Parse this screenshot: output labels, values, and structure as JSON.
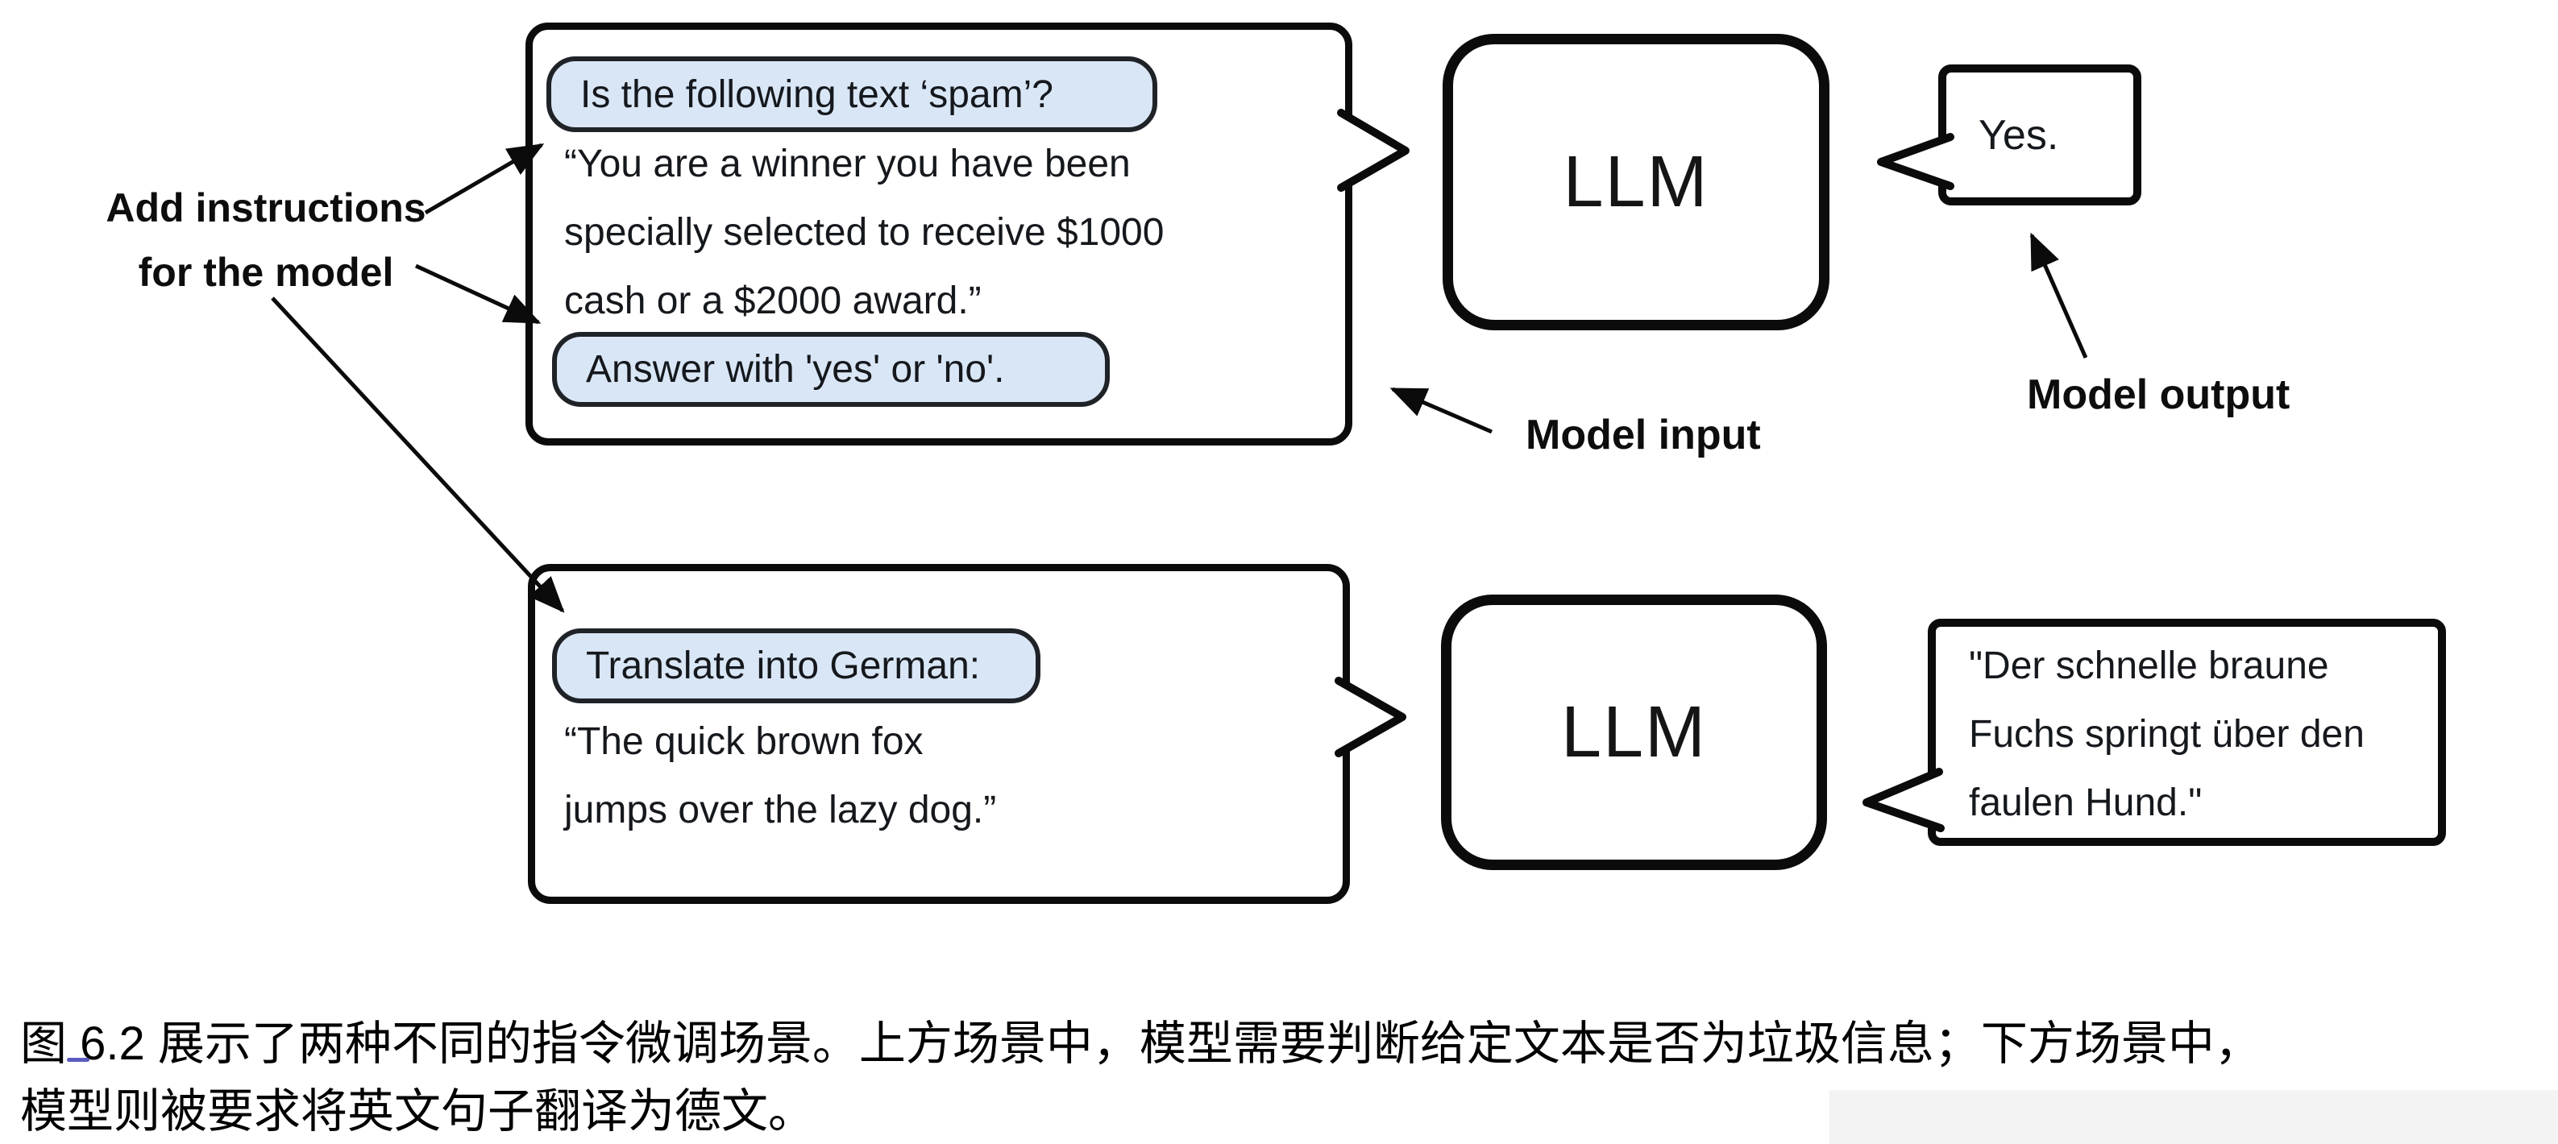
{
  "figure": {
    "annotations": {
      "add_instructions_line1": "Add instructions",
      "add_instructions_line2": "for the model",
      "model_input": "Model input",
      "model_output": "Model output"
    },
    "scenario_spam": {
      "instruction_prefix": "Is the following text ‘spam’?",
      "body_lines": [
        "“You are a winner you have been",
        "specially selected to receive $1000",
        "cash or a $2000 award.”"
      ],
      "instruction_suffix": "Answer with 'yes' or 'no'.",
      "model_label": "LLM",
      "output": "Yes."
    },
    "scenario_translation": {
      "instruction_prefix": "Translate into German:",
      "body_lines": [
        "“The quick brown fox",
        "jumps over the lazy dog.”"
      ],
      "model_label": "LLM",
      "output_lines": [
        "\"Der schnelle braune",
        "Fuchs springt über den",
        "faulen Hund.\""
      ]
    },
    "colors": {
      "pill_fill": "#d9e6f6",
      "outline": "#0b0b0b"
    }
  },
  "caption": {
    "line1": "图 6.2 展示了两种不同的指令微调场景。上方场景中，模型需要判断给定文本是否为垃圾信息；下方场景中，",
    "line2": "模型则被要求将英文句子翻译为德文。"
  }
}
